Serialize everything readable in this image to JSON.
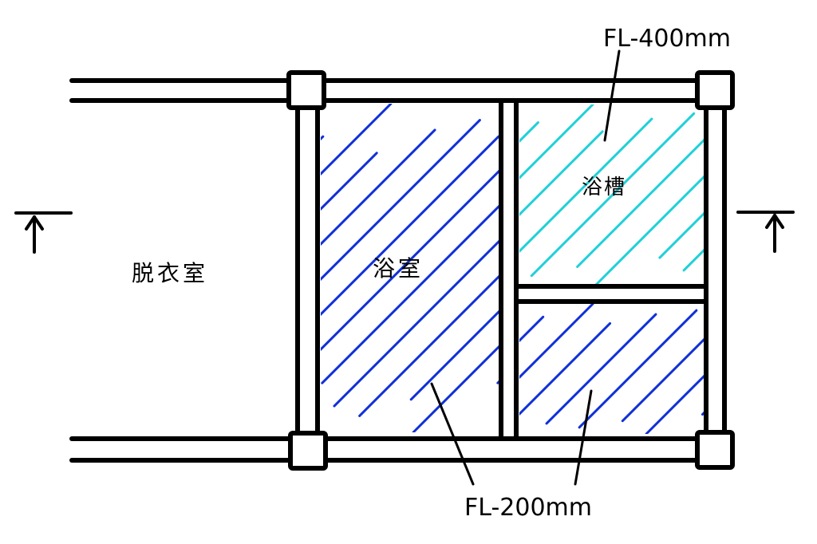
{
  "rooms": {
    "dressing_room": "脱衣室",
    "bathroom": "浴室",
    "bathtub": "浴槽"
  },
  "levels": {
    "bathtub_floor": "FL-400mm",
    "bathroom_floor": "FL-200mm"
  },
  "colors": {
    "wall": "#000000",
    "bathroom_hatch": "#1030d8",
    "bathtub_hatch": "#20d0d8"
  }
}
